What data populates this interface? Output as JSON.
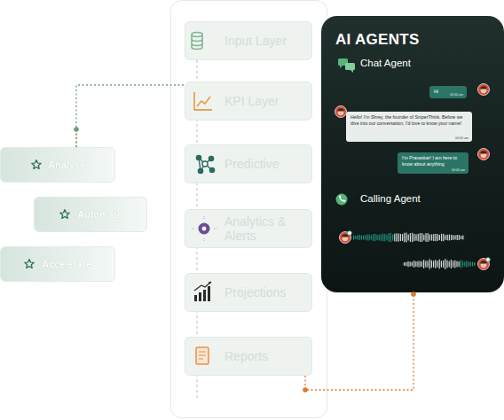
{
  "diagram": {
    "nodes": [
      {
        "text": [
          "Analyse"
        ]
      },
      {
        "text": [
          "Automate"
        ]
      },
      {
        "text": [
          "Accelerate"
        ]
      },
      {
        "text": [
          "Input Layer"
        ]
      },
      {
        "text": [
          "KPI Layer"
        ]
      },
      {
        "text": [
          "Predictive"
        ]
      },
      {
        "text": [
          "Analytics & Alerts"
        ]
      },
      {
        "text": [
          "Projections"
        ]
      },
      {
        "text": [
          "Reports"
        ]
      },
      {
        "text": [
          "AI AGENTS",
          "Chat Agent",
          "Calling Agent"
        ]
      },
      {
        "text": [
          "Hi",
          "00:00 am"
        ],
        "in": 9
      },
      {
        "text": [
          "Hello! I'm Shrey, the founder of SniperThink. Before we dive into our conversation, I'd love to know your name!",
          "00:00 am"
        ],
        "in": 9
      },
      {
        "text": [
          "I'm Pravaskar! I am here to know about anything",
          "00:00 am"
        ],
        "in": 9
      }
    ],
    "edges": [
      {
        "from": 0,
        "to": 4,
        "arrow": "none"
      },
      {
        "from": 8,
        "to": 9,
        "arrow": "none"
      }
    ]
  }
}
